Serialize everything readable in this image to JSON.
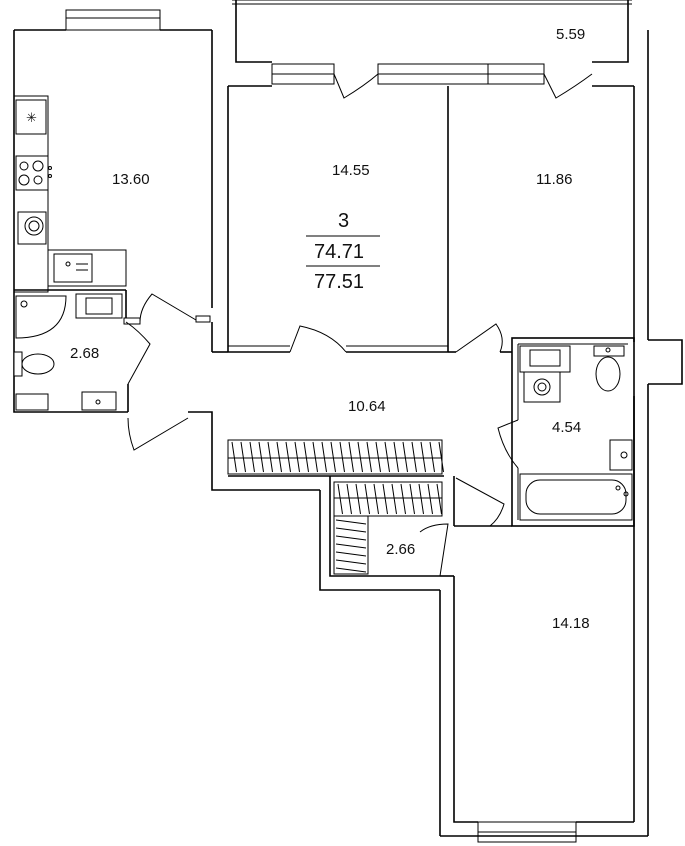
{
  "apartment": {
    "rooms": "3",
    "living_area": "74.71",
    "total_area": "77.51"
  },
  "rooms": [
    {
      "id": "kitchen",
      "area": "13.60"
    },
    {
      "id": "bedroom-left",
      "area": "14.55"
    },
    {
      "id": "bedroom-right",
      "area": "11.86"
    },
    {
      "id": "balcony",
      "area": "5.59"
    },
    {
      "id": "bathroom-left",
      "area": "2.68"
    },
    {
      "id": "hall",
      "area": "10.64"
    },
    {
      "id": "bathroom-right",
      "area": "4.54"
    },
    {
      "id": "storage",
      "area": "2.66"
    },
    {
      "id": "bedroom-bottom",
      "area": "14.18"
    }
  ],
  "icons": {
    "hob": "hob-icon",
    "sink": "sink-icon",
    "toilet": "toilet-icon",
    "shower": "shower-icon",
    "bathtub": "bathtub-icon",
    "washer": "washing-machine-icon",
    "fridge": "fridge-icon"
  }
}
